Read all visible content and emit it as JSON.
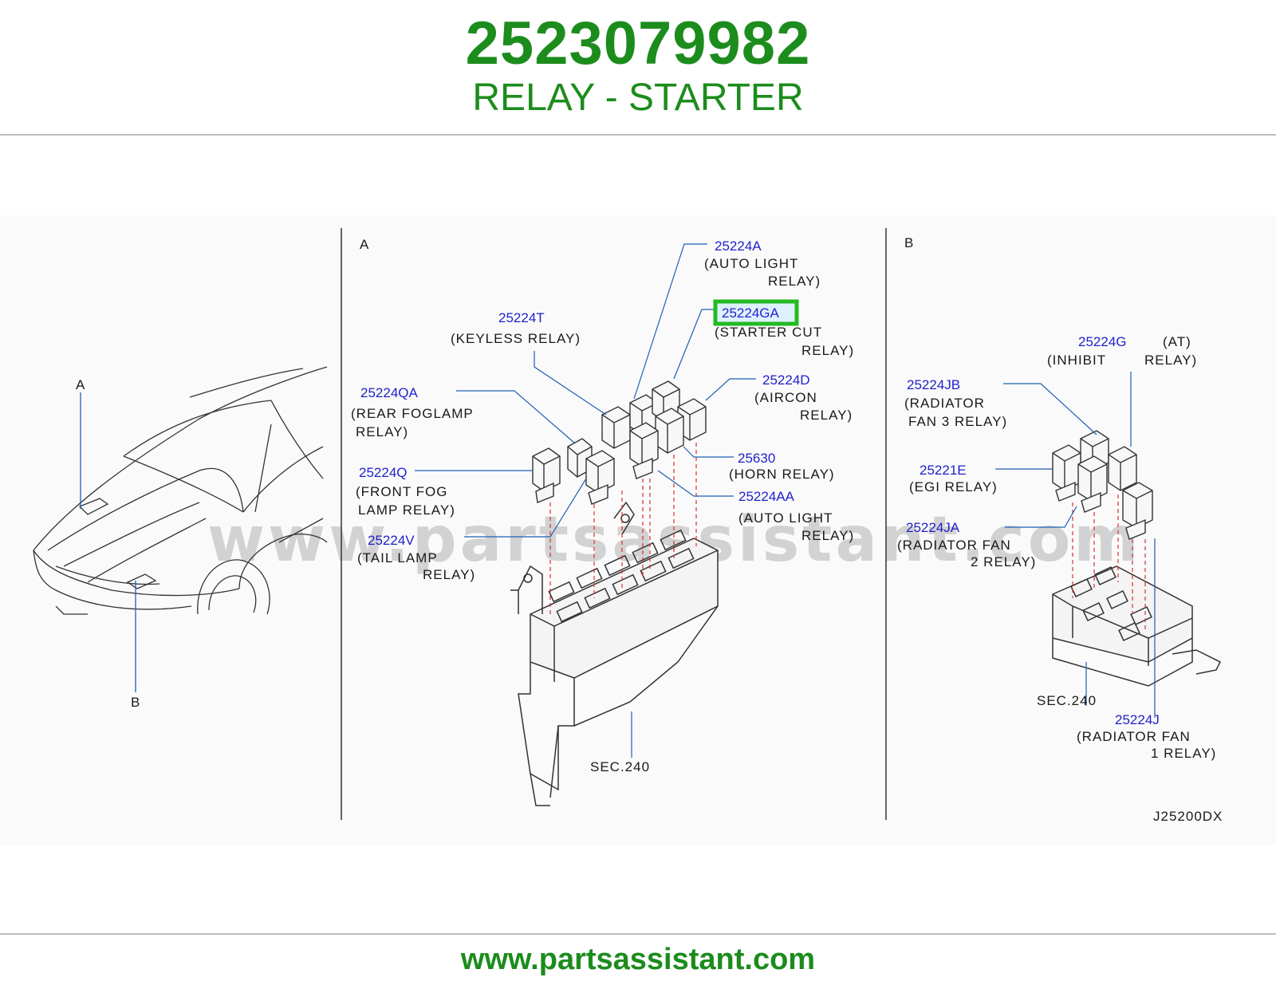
{
  "header": {
    "part_number": "2523079982",
    "part_title": "RELAY - STARTER"
  },
  "watermark": "www.partsassistant.com",
  "views": {
    "car": {
      "marker_a": "A",
      "marker_b": "B"
    },
    "view_a": {
      "label": "A",
      "callouts": [
        {
          "part": "25224A",
          "desc": [
            "(AUTO   LIGHT",
            "RELAY)"
          ]
        },
        {
          "part": "25224GA",
          "desc": [
            "(STARTER   CUT",
            "RELAY)"
          ],
          "highlighted": true
        },
        {
          "part": "25224T",
          "desc": [
            "(KEYLESS         RELAY)"
          ]
        },
        {
          "part": "25224D",
          "desc": [
            "(AIRCON",
            "RELAY)"
          ]
        },
        {
          "part": "25224QA",
          "desc": [
            "(REAR   FOGLAMP",
            "RELAY)"
          ]
        },
        {
          "part": "25630",
          "desc": [
            "(HORN   RELAY)"
          ]
        },
        {
          "part": "25224Q",
          "desc": [
            "(FRONT   FOG",
            "LAMP     RELAY)"
          ]
        },
        {
          "part": "25224AA",
          "desc": [
            "(AUTO   LIGHT",
            "RELAY)"
          ]
        },
        {
          "part": "25224V",
          "desc": [
            "(TAIL   LAMP",
            "RELAY)"
          ]
        }
      ],
      "section_ref": "SEC.240"
    },
    "view_b": {
      "label": "B",
      "callouts": [
        {
          "part": "25224G",
          "desc": [
            "(AT)",
            "(INHIBIT",
            "RELAY)"
          ]
        },
        {
          "part": "25224JB",
          "desc": [
            "(RADIATOR",
            "FAN     3   RELAY)"
          ]
        },
        {
          "part": "25221E",
          "desc": [
            "(EGI   RELAY)"
          ]
        },
        {
          "part": "25224JA",
          "desc": [
            "(RADIATOR   FAN",
            "2   RELAY)"
          ]
        },
        {
          "part": "25224J",
          "desc": [
            "(RADIATOR   FAN",
            "1   RELAY)"
          ]
        }
      ],
      "section_ref": "SEC.240",
      "drawing_code": "J25200DX"
    }
  },
  "highlight_color": "#22bb22",
  "footer": {
    "url": "www.partsassistant.com"
  }
}
